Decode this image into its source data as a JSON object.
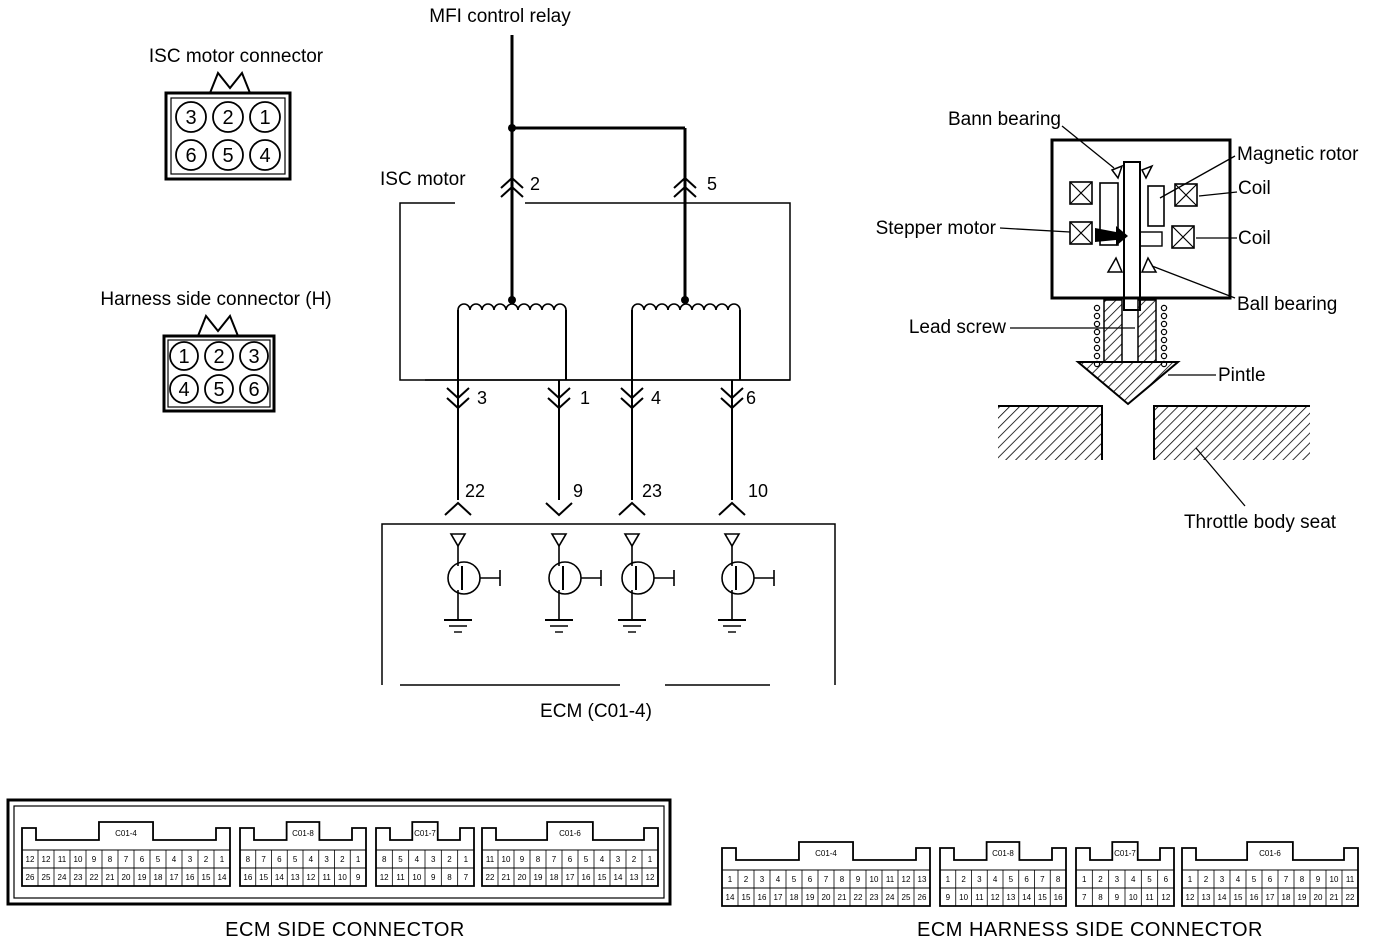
{
  "labels": {
    "mfi_relay": "MFI control relay",
    "isc_connector": "ISC motor connector",
    "harness_connector": "Harness side connector (H)",
    "isc_motor": "ISC motor",
    "ecm": "ECM (C01-4)",
    "bann_bearing": "Bann bearing",
    "magnetic_rotor": "Magnetic rotor",
    "coil_upper": "Coil",
    "coil_lower": "Coil",
    "stepper_motor": "Stepper motor",
    "ball_bearing": "Ball bearing",
    "lead_screw": "Lead screw",
    "pintle": "Pintle",
    "throttle_body_seat": "Throttle body seat",
    "ecm_side_connector": "ECM SIDE CONNECTOR",
    "ecm_harness_side_connector": "ECM HARNESS SIDE CONNECTOR"
  },
  "isc_connector_pins": [
    "3",
    "2",
    "1",
    "6",
    "5",
    "4"
  ],
  "harness_connector_pins": [
    "1",
    "2",
    "3",
    "4",
    "5",
    "6"
  ],
  "motor_top_pins": [
    "2",
    "5"
  ],
  "motor_bottom_pins": [
    "3",
    "1",
    "4",
    "6"
  ],
  "ecm_terminals": [
    "22",
    "9",
    "23",
    "10"
  ],
  "ecm_side_blocks": [
    {
      "name": "C01-4",
      "top": [
        "12",
        "12",
        "11",
        "10",
        "9",
        "8",
        "7",
        "6",
        "5",
        "4",
        "3",
        "2",
        "1"
      ],
      "bottom": [
        "26",
        "25",
        "24",
        "23",
        "22",
        "21",
        "20",
        "19",
        "18",
        "17",
        "16",
        "15",
        "14"
      ]
    },
    {
      "name": "C01-8",
      "top": [
        "8",
        "7",
        "6",
        "5",
        "4",
        "3",
        "2",
        "1"
      ],
      "bottom": [
        "16",
        "15",
        "14",
        "13",
        "12",
        "11",
        "10",
        "9"
      ]
    },
    {
      "name": "C01-7",
      "top": [
        "8",
        "5",
        "4",
        "3",
        "2",
        "1"
      ],
      "bottom": [
        "12",
        "11",
        "10",
        "9",
        "8",
        "7"
      ]
    },
    {
      "name": "C01-6",
      "top": [
        "11",
        "10",
        "9",
        "8",
        "7",
        "6",
        "5",
        "4",
        "3",
        "2",
        "1"
      ],
      "bottom": [
        "22",
        "21",
        "20",
        "19",
        "18",
        "17",
        "16",
        "15",
        "14",
        "13",
        "12"
      ]
    }
  ],
  "ecm_harness_blocks": [
    {
      "name": "C01-4",
      "top": [
        "1",
        "2",
        "3",
        "4",
        "5",
        "6",
        "7",
        "8",
        "9",
        "10",
        "11",
        "12",
        "13"
      ],
      "bottom": [
        "14",
        "15",
        "16",
        "17",
        "18",
        "19",
        "20",
        "21",
        "22",
        "23",
        "24",
        "25",
        "26"
      ]
    },
    {
      "name": "C01-8",
      "top": [
        "1",
        "2",
        "3",
        "4",
        "5",
        "6",
        "7",
        "8"
      ],
      "bottom": [
        "9",
        "10",
        "11",
        "12",
        "13",
        "14",
        "15",
        "16"
      ]
    },
    {
      "name": "C01-7",
      "top": [
        "1",
        "2",
        "3",
        "4",
        "5",
        "6"
      ],
      "bottom": [
        "7",
        "8",
        "9",
        "10",
        "11",
        "12"
      ]
    },
    {
      "name": "C01-6",
      "top": [
        "1",
        "2",
        "3",
        "4",
        "5",
        "6",
        "7",
        "8",
        "9",
        "10",
        "11"
      ],
      "bottom": [
        "12",
        "13",
        "14",
        "15",
        "16",
        "17",
        "18",
        "19",
        "20",
        "21",
        "22"
      ]
    }
  ]
}
